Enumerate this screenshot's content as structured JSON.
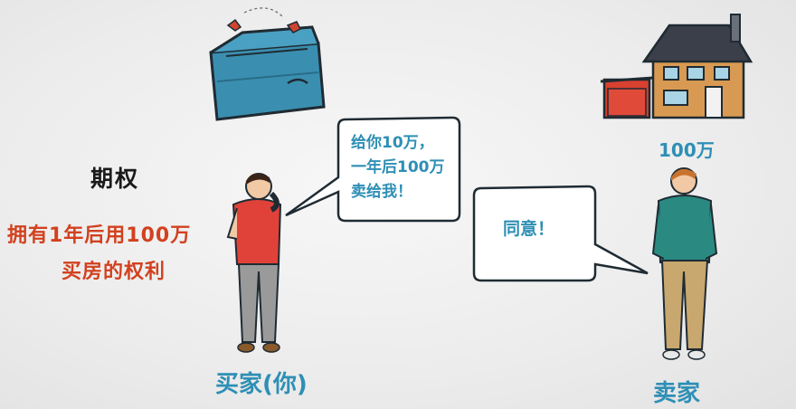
{
  "option": {
    "title": "期权",
    "definition_line1": "拥有1年后用100万",
    "definition_line2": "买房的权利"
  },
  "buyer": {
    "label": "买家(你)",
    "speech": [
      "给你10万，",
      "一年后100万",
      "卖给我！"
    ]
  },
  "seller": {
    "label": "卖家",
    "speech": "同意！"
  },
  "house": {
    "price": "100万"
  },
  "colors": {
    "accent_blue": "#2e8fb5",
    "accent_red": "#d2411f",
    "wallet": "#3a8fb0",
    "buyer_shirt": "#e0423a",
    "seller_shirt": "#2a8a82"
  }
}
